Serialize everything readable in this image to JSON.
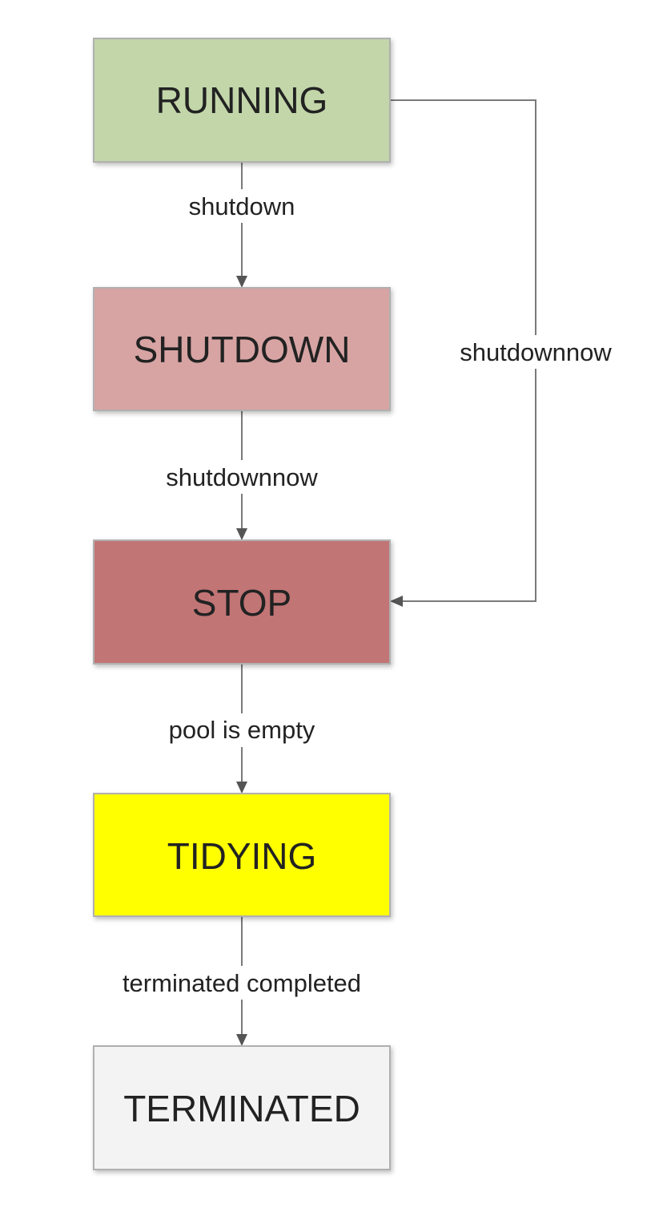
{
  "diagram": {
    "states": [
      {
        "id": "running",
        "label": "RUNNING",
        "color": "#c2d6a9"
      },
      {
        "id": "shutdown",
        "label": "SHUTDOWN",
        "color": "#d7a4a3"
      },
      {
        "id": "stop",
        "label": "STOP",
        "color": "#c27575"
      },
      {
        "id": "tidying",
        "label": "TIDYING",
        "color": "#ffff00"
      },
      {
        "id": "terminated",
        "label": "TERMINATED",
        "color": "#f3f3f3"
      }
    ],
    "transitions": [
      {
        "from": "running",
        "to": "shutdown",
        "label": "shutdown"
      },
      {
        "from": "shutdown",
        "to": "stop",
        "label": "shutdownnow"
      },
      {
        "from": "stop",
        "to": "tidying",
        "label": "pool is empty"
      },
      {
        "from": "tidying",
        "to": "terminated",
        "label": "terminated completed"
      },
      {
        "from": "running",
        "to": "stop",
        "label": "shutdownnow"
      }
    ]
  }
}
